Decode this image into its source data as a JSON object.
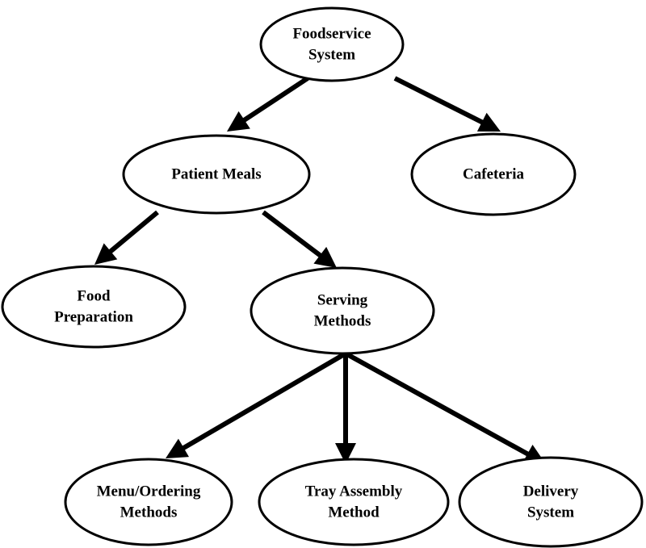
{
  "nodes": {
    "foodservice_system": {
      "lines": [
        "Foodservice",
        "System"
      ]
    },
    "patient_meals": {
      "lines": [
        "Patient Meals"
      ]
    },
    "cafeteria": {
      "lines": [
        "Cafeteria"
      ]
    },
    "food_preparation": {
      "lines": [
        "Food",
        "Preparation"
      ]
    },
    "serving_methods": {
      "lines": [
        "Serving",
        "Methods"
      ]
    },
    "menu_ordering_methods": {
      "lines": [
        "Menu/Ordering",
        "Methods"
      ]
    },
    "tray_assembly_method": {
      "lines": [
        "Tray Assembly",
        "Method"
      ]
    },
    "delivery_system": {
      "lines": [
        "Delivery",
        "System"
      ]
    }
  },
  "edges": [
    {
      "from": "foodservice_system",
      "to": "patient_meals"
    },
    {
      "from": "foodservice_system",
      "to": "cafeteria"
    },
    {
      "from": "patient_meals",
      "to": "food_preparation"
    },
    {
      "from": "patient_meals",
      "to": "serving_methods"
    },
    {
      "from": "serving_methods",
      "to": "menu_ordering_methods"
    },
    {
      "from": "serving_methods",
      "to": "tray_assembly_method"
    },
    {
      "from": "serving_methods",
      "to": "delivery_system"
    }
  ]
}
